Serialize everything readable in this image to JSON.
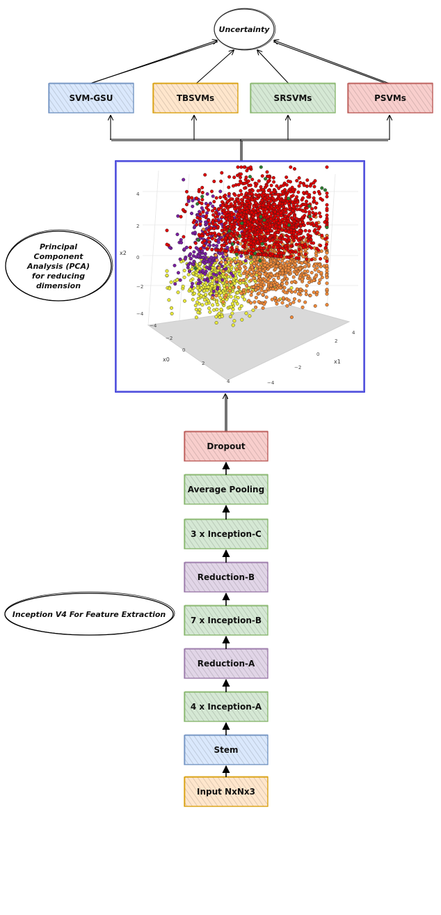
{
  "uncertainty": "Uncertainty",
  "classifiers": [
    {
      "label": "SVM-GSU",
      "stroke": "#6c8ebf",
      "fill": "#dae8fc"
    },
    {
      "label": "TBSVMs",
      "stroke": "#d79b00",
      "fill": "#ffe6cc"
    },
    {
      "label": "SRSVMs",
      "stroke": "#82b366",
      "fill": "#d5e8d4"
    },
    {
      "label": "PSVMs",
      "stroke": "#b85450",
      "fill": "#f8cecc"
    }
  ],
  "pca_note": [
    "Principal",
    "Component",
    "Analysis (PCA)",
    "for reducing",
    "dimension"
  ],
  "inception_note": "Inception V4 For Feature Extraction",
  "layers": [
    {
      "label": "Dropout",
      "stroke": "#b85450",
      "fill": "#f8cecc"
    },
    {
      "label": "Average Pooling",
      "stroke": "#82b366",
      "fill": "#d5e8d4"
    },
    {
      "label": "3 x Inception-C",
      "stroke": "#82b366",
      "fill": "#d5e8d4"
    },
    {
      "label": "Reduction-B",
      "stroke": "#9673a6",
      "fill": "#e1d5e7"
    },
    {
      "label": "7 x Inception-B",
      "stroke": "#82b366",
      "fill": "#d5e8d4"
    },
    {
      "label": "Reduction-A",
      "stroke": "#9673a6",
      "fill": "#e1d5e7"
    },
    {
      "label": "4 x Inception-A",
      "stroke": "#82b366",
      "fill": "#d5e8d4"
    },
    {
      "label": "Stem",
      "stroke": "#6c8ebf",
      "fill": "#dae8fc"
    },
    {
      "label": "Input NxNx3",
      "stroke": "#d79b00",
      "fill": "#ffe6cc"
    }
  ],
  "chart_data": {
    "type": "scatter",
    "axis_labels": {
      "x0": "x0",
      "x1": "x1",
      "x2": "x2"
    },
    "x2_ticks": [
      "4",
      "2",
      "0",
      "−2",
      "−4"
    ],
    "x0_ticks": [
      "−4",
      "−2",
      "0",
      "2",
      "4"
    ],
    "x1_ticks": [
      "4",
      "2",
      "0",
      "−2",
      "−4"
    ],
    "clusters": [
      {
        "color": "#e8e83a",
        "count": 420
      },
      {
        "color": "#7a1fa0",
        "count": 260
      },
      {
        "color": "#ef8a3a",
        "count": 700
      },
      {
        "color": "#dd0000",
        "count": 1300
      },
      {
        "color": "#2e7d32",
        "count": 25
      }
    ]
  }
}
